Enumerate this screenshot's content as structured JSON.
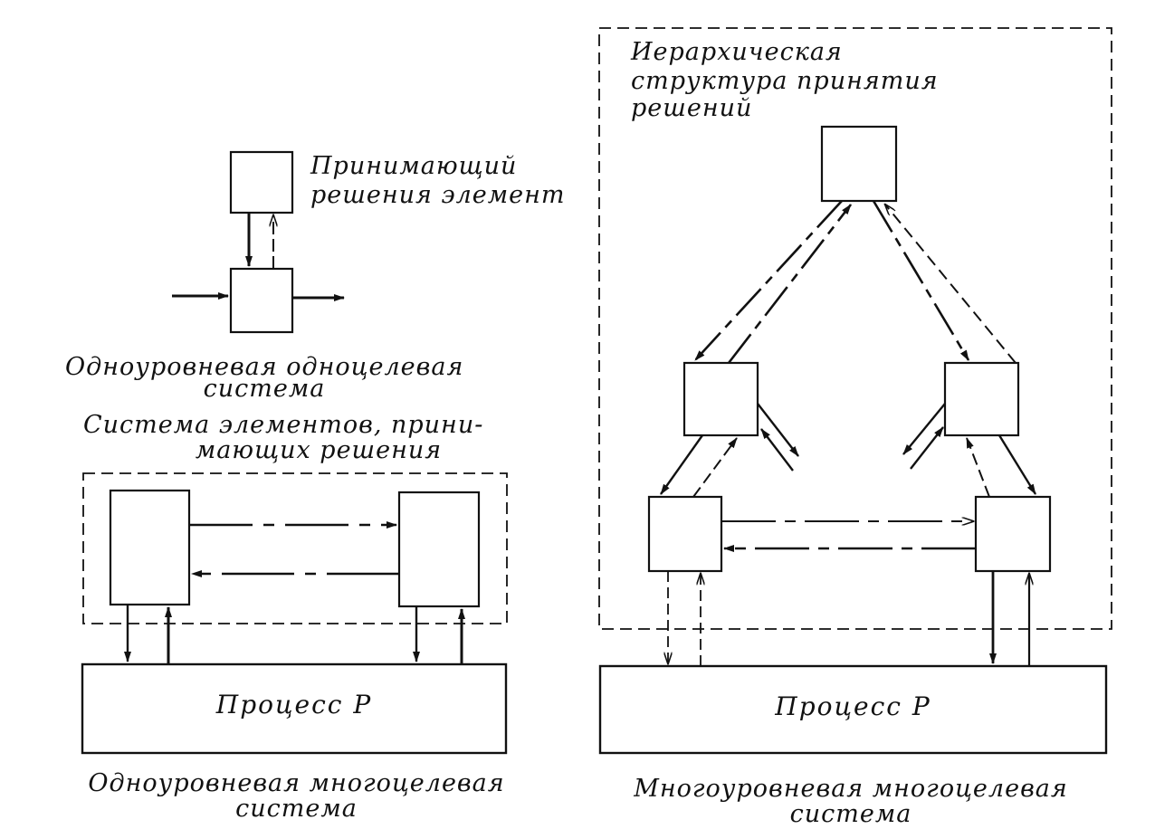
{
  "single_level_single_goal": {
    "decision_element_label": [
      "Принимающий",
      "решения элемент"
    ],
    "caption": [
      "Одноуровневая одноцелевая",
      "система"
    ]
  },
  "single_level_multi_goal": {
    "group_label": [
      "Система элементов, прини-",
      "мающих решения"
    ],
    "process_label": "Процесс P",
    "caption": [
      "Одноуровневая многоцелевая",
      "система"
    ]
  },
  "multi_level_multi_goal": {
    "group_label": [
      "Иерархическая",
      "структура принятия",
      "решений"
    ],
    "process_label": "Процесс P",
    "caption": [
      "Многоуровневая многоцелевая",
      "система"
    ]
  }
}
